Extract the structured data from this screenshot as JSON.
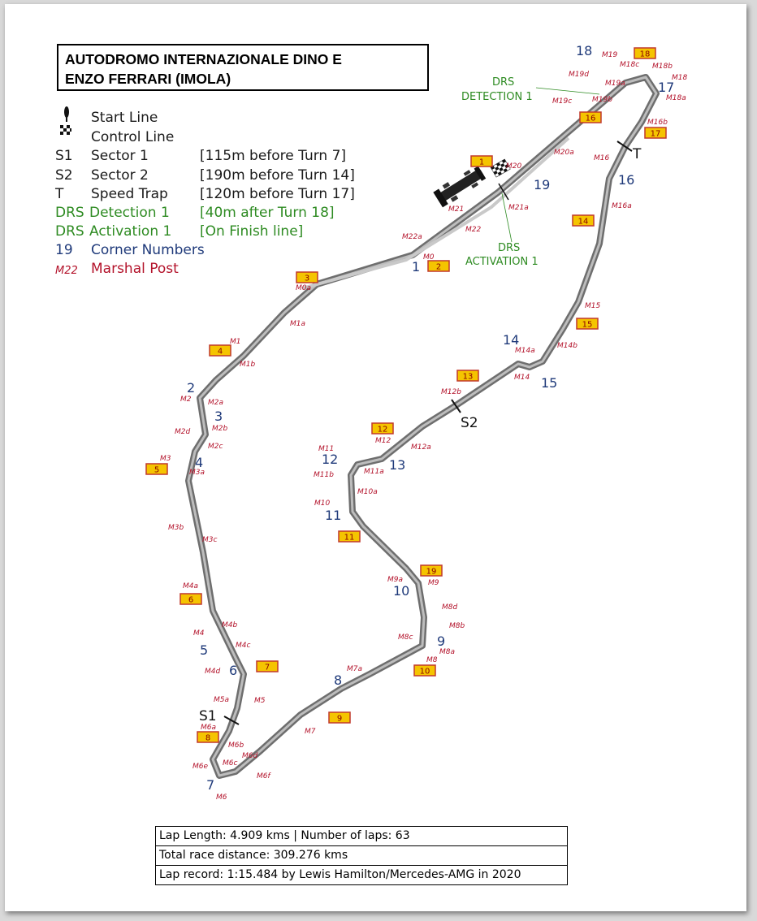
{
  "title_lines": [
    "AUTODROMO INTERNAZIONALE DINO E",
    "ENZO FERRARI (IMOLA)"
  ],
  "legend": [
    {
      "key": "",
      "label": "Start Line",
      "detail": "",
      "color": "#1a1a1a",
      "icon": "start-line-icon"
    },
    {
      "key": "",
      "label": "Control Line",
      "detail": "",
      "color": "#1a1a1a",
      "icon": "chequered-flag-icon"
    },
    {
      "key": "S1",
      "label": "Sector 1",
      "detail": "[115m before Turn 7]",
      "color": "#1a1a1a"
    },
    {
      "key": "S2",
      "label": "Sector 2",
      "detail": "[190m before Turn 14]",
      "color": "#1a1a1a"
    },
    {
      "key": "T",
      "label": "Speed Trap",
      "detail": "[120m before Turn 17]",
      "color": "#1a1a1a"
    },
    {
      "key": "DRS",
      "label": "Detection 1",
      "detail": "[40m after Turn 18]",
      "color": "#2e8b22"
    },
    {
      "key": "DRS",
      "label": "Activation 1",
      "detail": "[On Finish line]",
      "color": "#2e8b22"
    },
    {
      "key": "19",
      "label": "Corner Numbers",
      "detail": "",
      "color": "#1f3a7a"
    },
    {
      "key": "M22",
      "label": "Marshal Post",
      "detail": "",
      "color": "#b3122a"
    }
  ],
  "info": [
    "Lap Length: 4.909 kms | Number of laps: 63",
    "Total race distance: 309.276 kms",
    "Lap record: 1:15.484 by Lewis Hamilton/Mercedes-AMG in 2020"
  ],
  "drs_labels": {
    "detection": [
      "DRS",
      "DETECTION 1"
    ],
    "activation": [
      "DRS",
      "ACTIVATION 1"
    ]
  },
  "markers": {
    "s1": "S1",
    "s2": "S2",
    "t": "T"
  },
  "turns": [
    "1",
    "2",
    "3",
    "4",
    "5",
    "6",
    "7",
    "8",
    "9",
    "10",
    "11",
    "12",
    "13",
    "14",
    "15",
    "16",
    "17",
    "18",
    "19"
  ],
  "flag_posts": [
    "1",
    "2",
    "3",
    "4",
    "5",
    "6",
    "7",
    "8",
    "9",
    "10",
    "11",
    "12",
    "13",
    "14",
    "15",
    "16",
    "17",
    "18",
    "19"
  ],
  "marshal_posts": [
    "M0",
    "M0a",
    "M1",
    "M1a",
    "M1b",
    "M2",
    "M2a",
    "M2b",
    "M2c",
    "M2d",
    "M3",
    "M3a",
    "M3b",
    "M3c",
    "M4",
    "M4a",
    "M4b",
    "M4c",
    "M4d",
    "M5",
    "M5a",
    "M6",
    "M6a",
    "M6b",
    "M6c",
    "M6d",
    "M6e",
    "M6f",
    "M7",
    "M7a",
    "M8",
    "M8a",
    "M8b",
    "M8c",
    "M8d",
    "M9",
    "M9a",
    "M10",
    "M10a",
    "M11",
    "M11a",
    "M11b",
    "M12",
    "M12a",
    "M12b",
    "M14",
    "M14a",
    "M14b",
    "M15",
    "M16",
    "M16a",
    "M16b",
    "M18",
    "M18a",
    "M18b",
    "M18c",
    "M19",
    "M19a",
    "M19b",
    "M19c",
    "M19d",
    "M20",
    "M20a",
    "M21",
    "M21a",
    "M22",
    "M22a"
  ],
  "colors": {
    "track": "#8c8c8c",
    "flag_fill": "#f5c400",
    "flag_border": "#c0392b",
    "drs": "#2e8b22",
    "turn": "#1f3a7a",
    "marshal": "#b3122a"
  }
}
